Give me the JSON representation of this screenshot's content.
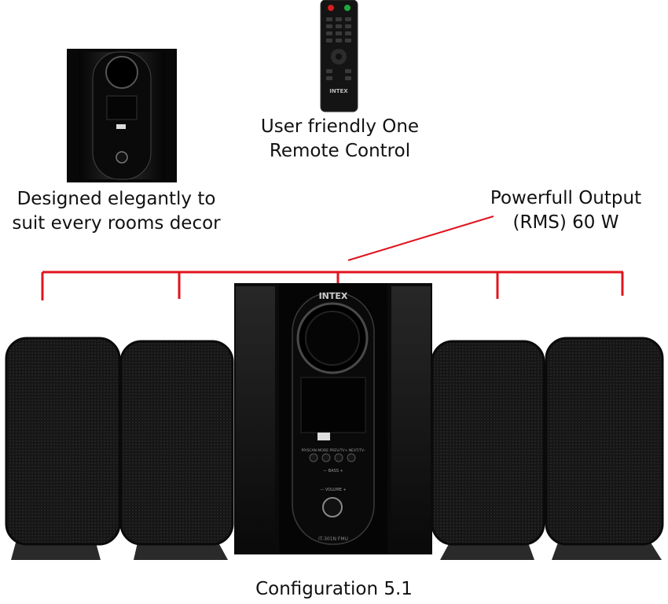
{
  "brand": {
    "logo_text": "INTEX",
    "model": "IT-301N FMU"
  },
  "captions": {
    "remote_line1": "User friendly One",
    "remote_line2": "Remote Control",
    "design_line1": "Designed elegantly to",
    "design_line2": "suit every rooms decor",
    "output_line1": "Powerfull Output",
    "output_line2": "(RMS) 60 W",
    "config": "Configuration  5.1"
  },
  "panel": {
    "button_labels": "PP/SCAN  MODE  PREV/TV+  NEXT/TV-",
    "bass_label": "— BASS +",
    "volume_label": "— VOLUME +"
  },
  "colors": {
    "bracket": "#e0141e",
    "cabinet": "#0b0b0b",
    "fabric": "#161616"
  }
}
